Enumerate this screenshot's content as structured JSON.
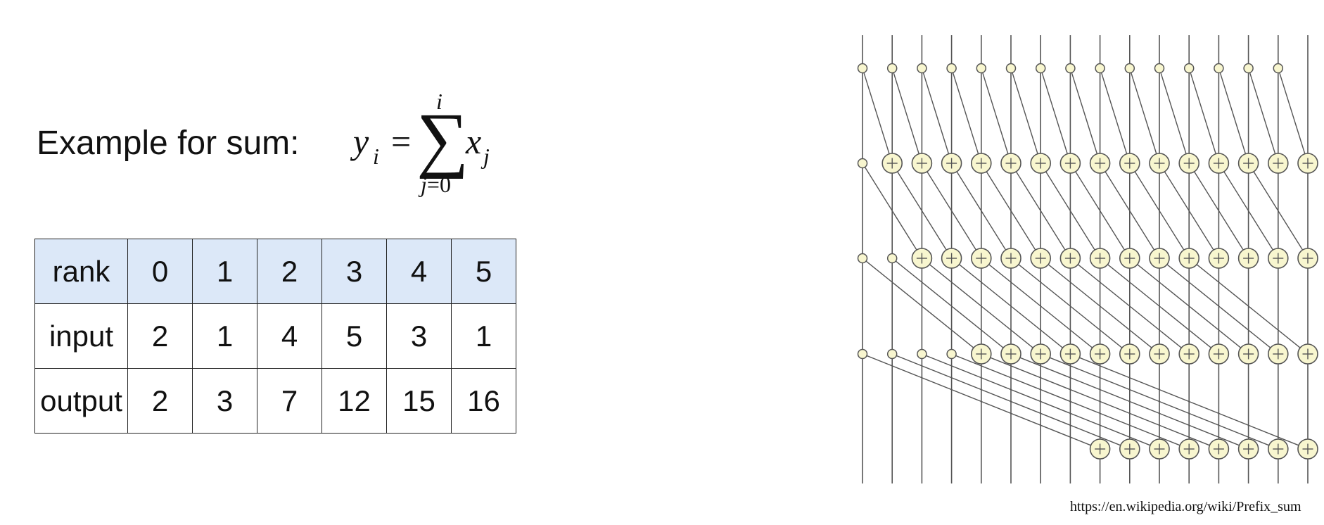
{
  "heading": "Example for sum:",
  "formula": {
    "lhs": "y",
    "lhs_sub": "i",
    "equals": "=",
    "operator": "∑",
    "upper_limit": "i",
    "lower_var": "j",
    "lower_rest": "=0",
    "term": "x",
    "term_sub": "j"
  },
  "table": {
    "header": {
      "label": "rank",
      "values": [
        "0",
        "1",
        "2",
        "3",
        "4",
        "5"
      ]
    },
    "rows": [
      {
        "label": "input",
        "values": [
          "2",
          "1",
          "4",
          "5",
          "3",
          "1"
        ]
      },
      {
        "label": "output",
        "values": [
          "2",
          "3",
          "7",
          "12",
          "15",
          "16"
        ]
      }
    ],
    "header_color": "#dce8f8"
  },
  "network": {
    "wires": 16,
    "strides": [
      1,
      2,
      4,
      8
    ],
    "node_fill": "#f8f6cf",
    "line_color": "#555555",
    "operator_symbol": "+"
  },
  "source_url": "https://en.wikipedia.org/wiki/Prefix_sum"
}
